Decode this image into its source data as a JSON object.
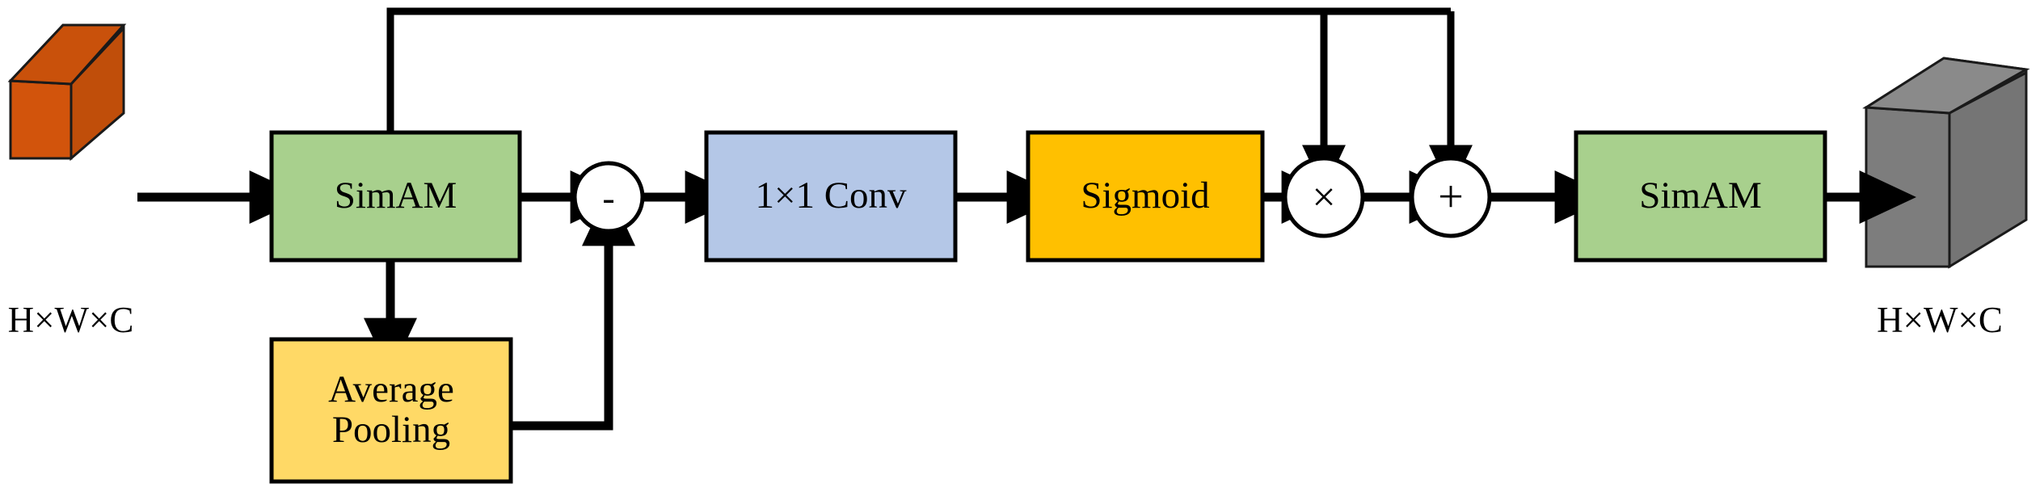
{
  "diagram": {
    "title": "SimAM attention module block diagram",
    "colors": {
      "simam_fill": "#a8d08d",
      "conv_fill": "#b4c7e7",
      "sigmoid_fill": "#ffc000",
      "pooling_fill": "#ffd966",
      "input_cube_fill": "#d2540c",
      "input_cube_top": "#c44f0b",
      "input_cube_side": "#c04e0a",
      "output_cube_fill": "#808080",
      "output_cube_top": "#8c8c8c",
      "output_cube_side": "#757575",
      "stroke": "#000000",
      "background": "#ffffff"
    },
    "nodes": [
      {
        "id": "input-cube",
        "kind": "cube",
        "label": "",
        "caption": "H×W×C"
      },
      {
        "id": "simam-1",
        "kind": "box",
        "label": "SimAM"
      },
      {
        "id": "subtract",
        "kind": "op",
        "label": "-"
      },
      {
        "id": "conv",
        "kind": "box",
        "label": "1×1 Conv"
      },
      {
        "id": "sigmoid",
        "kind": "box",
        "label": "Sigmoid"
      },
      {
        "id": "multiply",
        "kind": "op",
        "label": "×"
      },
      {
        "id": "add",
        "kind": "op",
        "label": "+"
      },
      {
        "id": "simam-2",
        "kind": "box",
        "label": "SimAM"
      },
      {
        "id": "output-cube",
        "kind": "cube",
        "label": "",
        "caption": "H×W×C"
      },
      {
        "id": "avg-pooling",
        "kind": "box",
        "label": "Average\nPooling"
      }
    ],
    "labels": {
      "input_caption": "H×W×C",
      "output_caption": "H×W×C",
      "simam_1": "SimAM",
      "simam_2": "SimAM",
      "subtract_op": "-",
      "conv": "1×1 Conv",
      "sigmoid": "Sigmoid",
      "multiply_op": "×",
      "add_op": "+",
      "avg_pooling_line1": "Average",
      "avg_pooling_line2": "Pooling",
      "avg_pooling": "Average Pooling"
    },
    "edges": [
      {
        "from": "input-cube",
        "to": "simam-1",
        "style": "arrow"
      },
      {
        "from": "simam-1",
        "to": "subtract",
        "style": "arrow"
      },
      {
        "from": "simam-1",
        "to": "avg-pooling",
        "style": "arrow"
      },
      {
        "from": "avg-pooling",
        "to": "subtract",
        "style": "arrow"
      },
      {
        "from": "subtract",
        "to": "conv",
        "style": "arrow"
      },
      {
        "from": "conv",
        "to": "sigmoid",
        "style": "arrow"
      },
      {
        "from": "sigmoid",
        "to": "multiply",
        "style": "arrow"
      },
      {
        "from": "multiply",
        "to": "add",
        "style": "arrow"
      },
      {
        "from": "add",
        "to": "simam-2",
        "style": "arrow"
      },
      {
        "from": "simam-2",
        "to": "output-cube",
        "style": "arrow"
      },
      {
        "from": "simam-1",
        "to": "multiply",
        "style": "skip-connection"
      },
      {
        "from": "simam-1",
        "to": "add",
        "style": "skip-connection"
      }
    ]
  }
}
